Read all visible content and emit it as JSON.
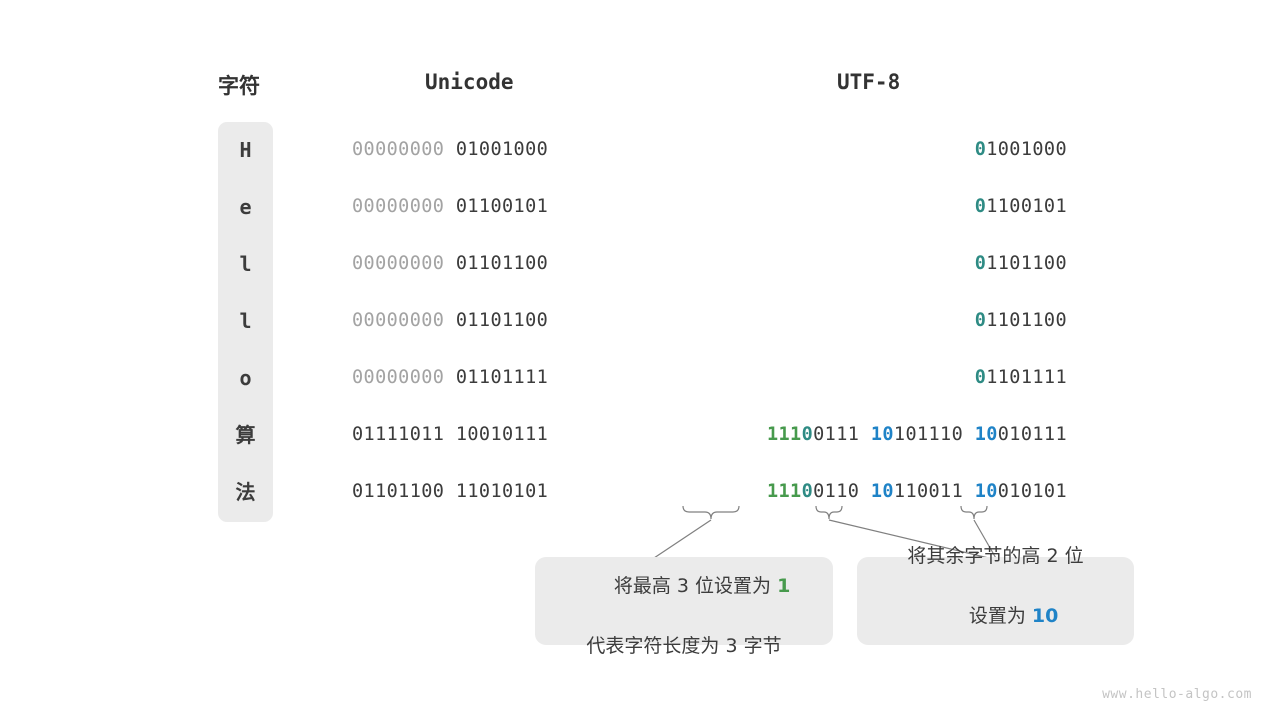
{
  "watermark": "www.hello-algo.com",
  "colors": {
    "teal": "#2e8b84",
    "green": "#479a4d",
    "blue": "#1f83c7",
    "text": "#3c3c3c",
    "dim": "#a3a3a3",
    "box_bg": "#ebebeb",
    "page_bg": "#ffffff"
  },
  "headers": {
    "char": "字符",
    "unicode": "Unicode",
    "utf8": "UTF-8"
  },
  "rows": [
    {
      "char": "H",
      "unicode_dim": "00000000",
      "unicode_main": "01001000",
      "utf8_bytes": [
        {
          "prefix": "0",
          "prefix_color": "teal",
          "rest": "1001000"
        }
      ]
    },
    {
      "char": "e",
      "unicode_dim": "00000000",
      "unicode_main": "01100101",
      "utf8_bytes": [
        {
          "prefix": "0",
          "prefix_color": "teal",
          "rest": "1100101"
        }
      ]
    },
    {
      "char": "l",
      "unicode_dim": "00000000",
      "unicode_main": "01101100",
      "utf8_bytes": [
        {
          "prefix": "0",
          "prefix_color": "teal",
          "rest": "1101100"
        }
      ]
    },
    {
      "char": "l",
      "unicode_dim": "00000000",
      "unicode_main": "01101100",
      "utf8_bytes": [
        {
          "prefix": "0",
          "prefix_color": "teal",
          "rest": "1101100"
        }
      ]
    },
    {
      "char": "o",
      "unicode_dim": "00000000",
      "unicode_main": "01101111",
      "utf8_bytes": [
        {
          "prefix": "0",
          "prefix_color": "teal",
          "rest": "1101111"
        }
      ]
    },
    {
      "char": "算",
      "unicode_dim": "",
      "unicode_main": "01111011 10010111",
      "utf8_bytes": [
        {
          "prefix": "111",
          "prefix_color": "green",
          "prefix2": "0",
          "prefix2_color": "teal",
          "rest": "0111"
        },
        {
          "prefix": "10",
          "prefix_color": "blue",
          "rest": "101110"
        },
        {
          "prefix": "10",
          "prefix_color": "blue",
          "rest": "010111"
        }
      ]
    },
    {
      "char": "法",
      "unicode_dim": "",
      "unicode_main": "01101100 11010101",
      "utf8_bytes": [
        {
          "prefix": "111",
          "prefix_color": "green",
          "prefix2": "0",
          "prefix2_color": "teal",
          "rest": "0110"
        },
        {
          "prefix": "10",
          "prefix_color": "blue",
          "rest": "110011"
        },
        {
          "prefix": "10",
          "prefix_color": "blue",
          "rest": "010101"
        }
      ]
    }
  ],
  "callouts": {
    "left": {
      "line1_pre": "将最高 3 位设置为 ",
      "line1_em": "1",
      "line1_em_color": "green",
      "line2": "代表字符长度为 3 字节"
    },
    "right": {
      "line1": "将其余字节的高 2 位",
      "line2_pre": "设置为 ",
      "line2_em": "10",
      "line2_em_color": "blue"
    }
  }
}
